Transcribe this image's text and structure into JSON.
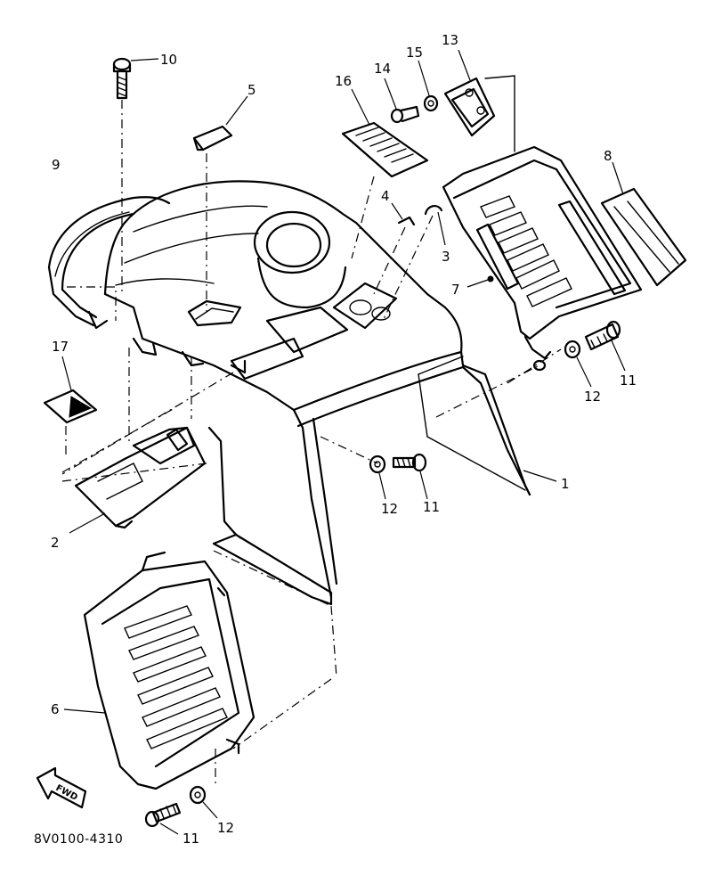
{
  "diagram": {
    "reference_code": "8V0100-4310",
    "direction_label": "FWD",
    "callouts": {
      "c1": "1",
      "c2": "2",
      "c3": "3",
      "c4": "4",
      "c5": "5",
      "c6": "6",
      "c7": "7",
      "c8": "8",
      "c9": "9",
      "c10": "10",
      "c11a": "11",
      "c11b": "11",
      "c11c": "11",
      "c12a": "12",
      "c12b": "12",
      "c12c": "12",
      "c13": "13",
      "c14": "14",
      "c15": "15",
      "c16": "16",
      "c17": "17"
    }
  }
}
